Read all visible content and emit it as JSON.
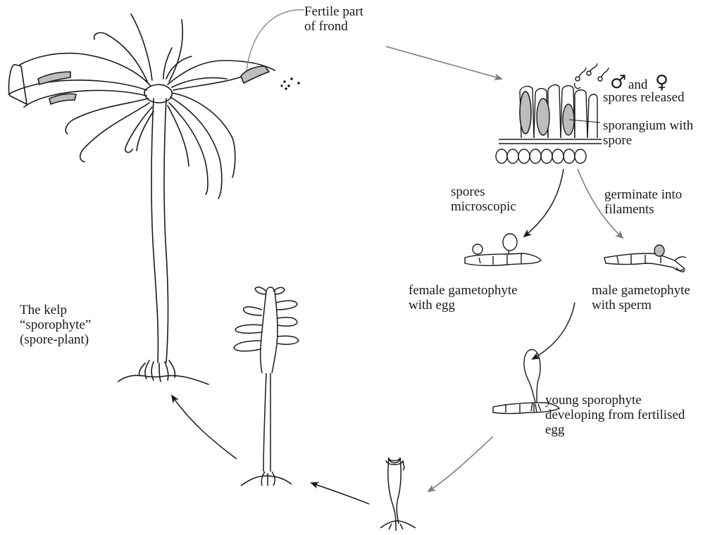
{
  "diagram": {
    "labels": {
      "fertile_part": "Fertile part\nof frond",
      "and_word": "and",
      "spores_released": "spores released",
      "sporangium": "sporangium with\nspore",
      "spores_microscopic": "spores\nmicroscopic",
      "germinate": "germinate into\nfilaments",
      "female_gametophyte": "female gametophyte\nwith egg",
      "male_gametophyte": "male gametophyte\nwith sperm",
      "young_sporophyte": "young sporophyte\ndeveloping from fertilised\negg",
      "kelp_sporophyte": "The kelp\n“sporophyte”\n(spore-plant)"
    },
    "symbols": {
      "male": "♂",
      "female": "♀"
    },
    "colors": {
      "ink": "#1a1a1a",
      "arrow_grey": "#7a7a7a",
      "sporangium_fill": "#bdbdbd"
    }
  }
}
